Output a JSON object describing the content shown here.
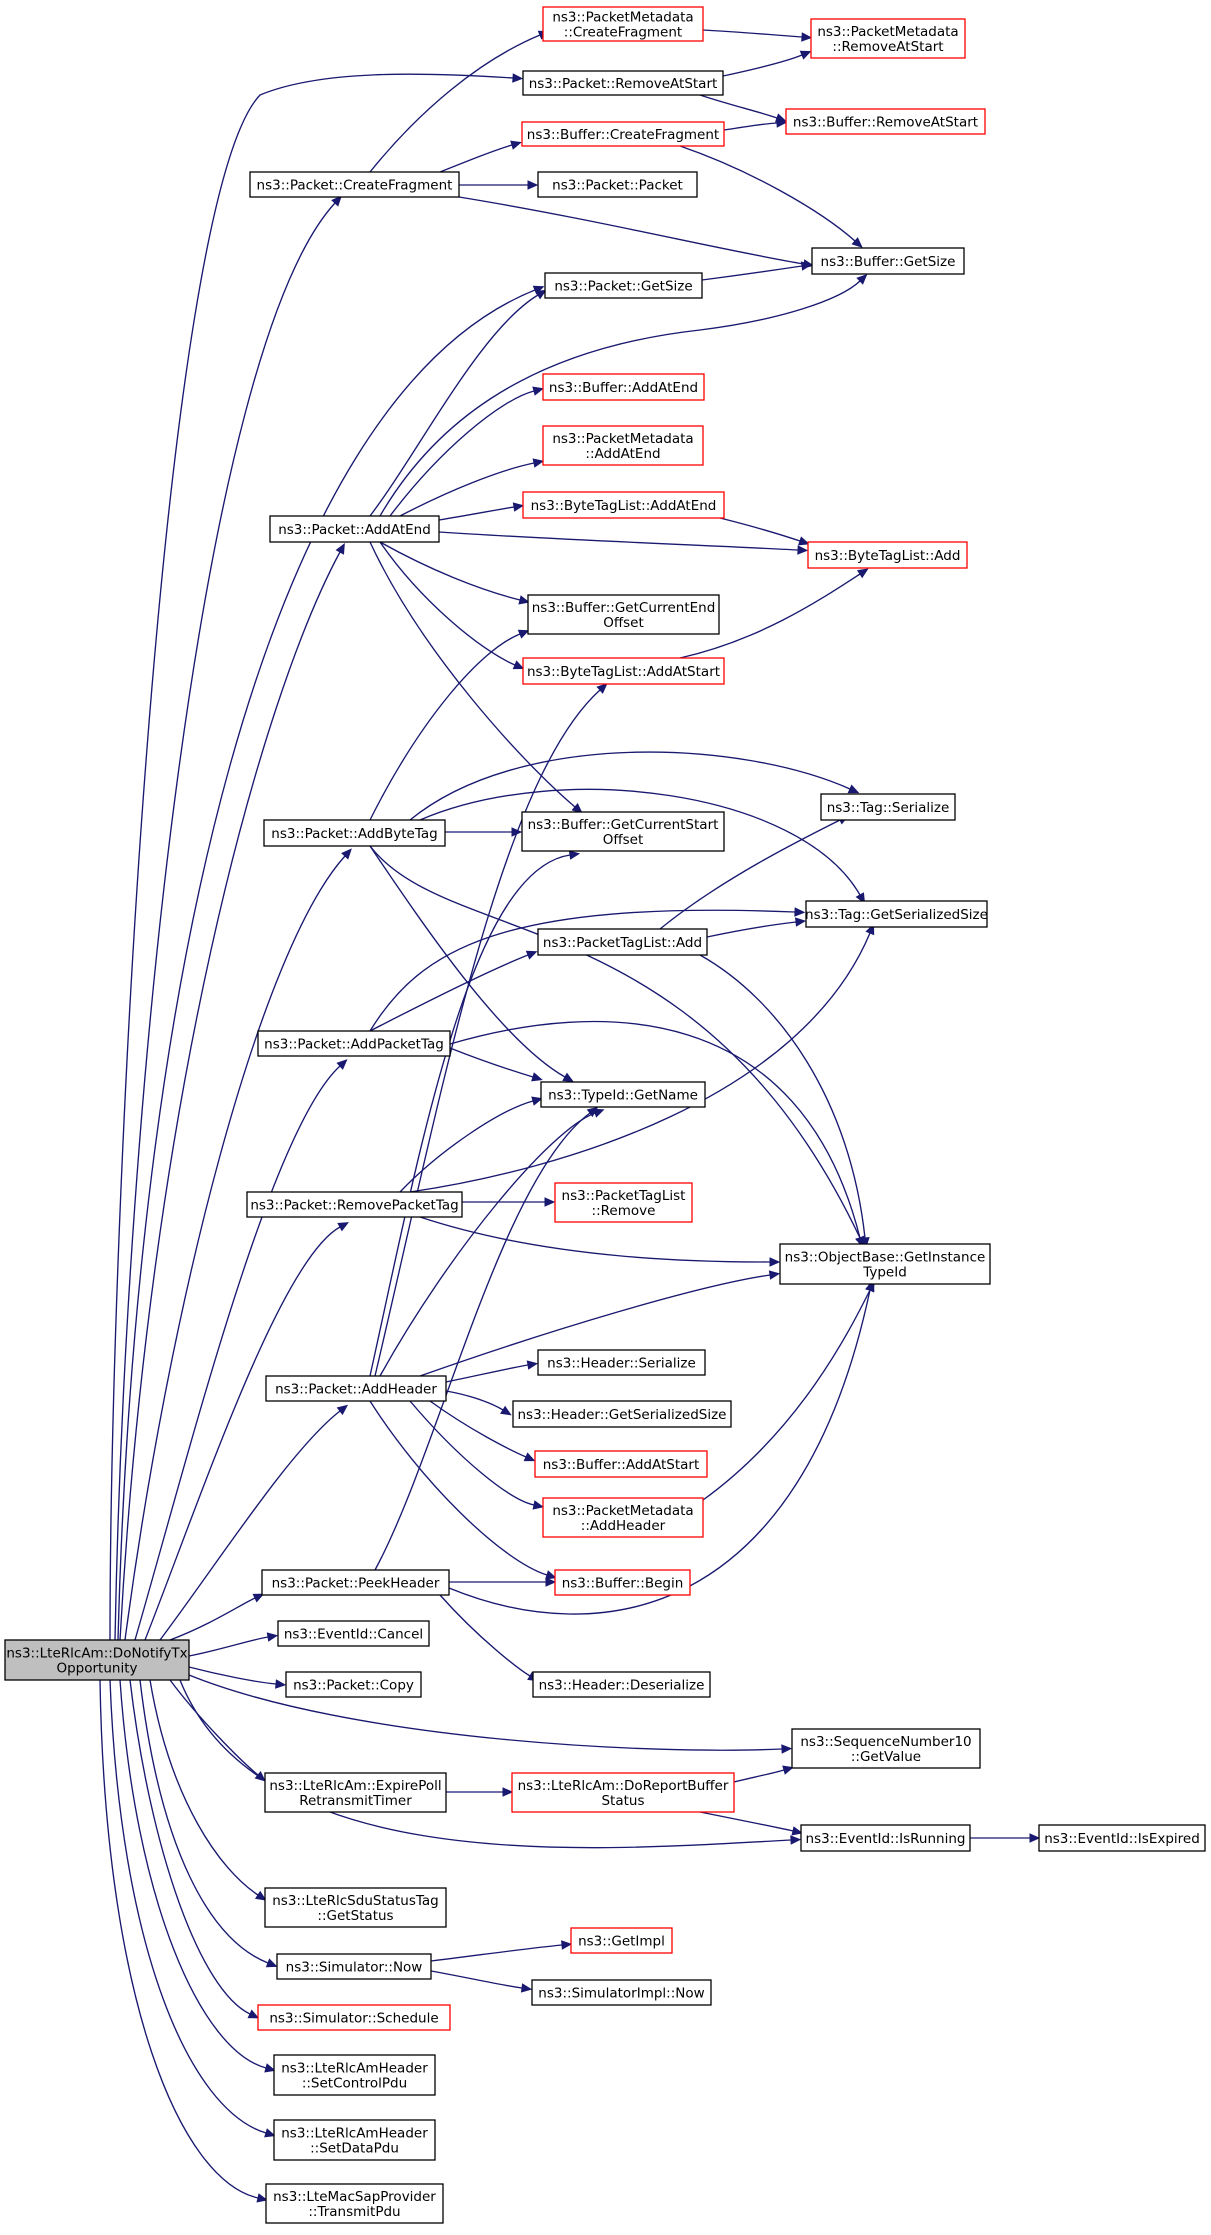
{
  "colors": {
    "edge": "#191970",
    "normal_border": "#000000",
    "truncated_border": "#ff0000",
    "focus_fill": "#bfbfbf",
    "node_fill": "#ffffff"
  },
  "nodes": {
    "root": {
      "lines": [
        "ns3::LteRlcAm::DoNotifyTx",
        "Opportunity"
      ]
    },
    "pm_createfragment": {
      "lines": [
        "ns3::PacketMetadata",
        "::CreateFragment"
      ],
      "truncated": true
    },
    "pm_removeatstart": {
      "lines": [
        "ns3::PacketMetadata",
        "::RemoveAtStart"
      ],
      "truncated": true
    },
    "p_removeatstart": {
      "lines": [
        "ns3::Packet::RemoveAtStart"
      ]
    },
    "b_createfragment": {
      "lines": [
        "ns3::Buffer::CreateFragment"
      ],
      "truncated": true
    },
    "b_removeatstart": {
      "lines": [
        "ns3::Buffer::RemoveAtStart"
      ],
      "truncated": true
    },
    "p_createfragment": {
      "lines": [
        "ns3::Packet::CreateFragment"
      ]
    },
    "p_packet": {
      "lines": [
        "ns3::Packet::Packet"
      ]
    },
    "b_getsize": {
      "lines": [
        "ns3::Buffer::GetSize"
      ]
    },
    "p_getsize": {
      "lines": [
        "ns3::Packet::GetSize"
      ]
    },
    "b_addatend": {
      "lines": [
        "ns3::Buffer::AddAtEnd"
      ],
      "truncated": true
    },
    "pm_addatend": {
      "lines": [
        "ns3::PacketMetadata",
        "::AddAtEnd"
      ],
      "truncated": true
    },
    "btl_addatend": {
      "lines": [
        "ns3::ByteTagList::AddAtEnd"
      ],
      "truncated": true
    },
    "p_addatend": {
      "lines": [
        "ns3::Packet::AddAtEnd"
      ]
    },
    "btl_add": {
      "lines": [
        "ns3::ByteTagList::Add"
      ],
      "truncated": true
    },
    "b_getcurrentendoffset": {
      "lines": [
        "ns3::Buffer::GetCurrentEnd",
        "Offset"
      ]
    },
    "btl_addatstart": {
      "lines": [
        "ns3::ByteTagList::AddAtStart"
      ],
      "truncated": true
    },
    "tag_serialize": {
      "lines": [
        "ns3::Tag::Serialize"
      ]
    },
    "p_addbytetag": {
      "lines": [
        "ns3::Packet::AddByteTag"
      ]
    },
    "b_getcurrentstartoffset": {
      "lines": [
        "ns3::Buffer::GetCurrentStart",
        "Offset"
      ]
    },
    "ptl_add": {
      "lines": [
        "ns3::PacketTagList::Add"
      ]
    },
    "tag_getserializedsize": {
      "lines": [
        "ns3::Tag::GetSerializedSize"
      ]
    },
    "p_addpackettag": {
      "lines": [
        "ns3::Packet::AddPacketTag"
      ]
    },
    "typeid_getname": {
      "lines": [
        "ns3::TypeId::GetName"
      ]
    },
    "p_removepackettag": {
      "lines": [
        "ns3::Packet::RemovePacketTag"
      ]
    },
    "ptl_remove": {
      "lines": [
        "ns3::PacketTagList",
        "::Remove"
      ],
      "truncated": true
    },
    "ob_getinstancetypeid": {
      "lines": [
        "ns3::ObjectBase::GetInstance",
        "TypeId"
      ]
    },
    "h_serialize": {
      "lines": [
        "ns3::Header::Serialize"
      ]
    },
    "p_addheader": {
      "lines": [
        "ns3::Packet::AddHeader"
      ]
    },
    "h_getserializedsize": {
      "lines": [
        "ns3::Header::GetSerializedSize"
      ]
    },
    "b_addatstart": {
      "lines": [
        "ns3::Buffer::AddAtStart"
      ],
      "truncated": true
    },
    "pm_addheader": {
      "lines": [
        "ns3::PacketMetadata",
        "::AddHeader"
      ],
      "truncated": true
    },
    "p_peekheader": {
      "lines": [
        "ns3::Packet::PeekHeader"
      ]
    },
    "b_begin": {
      "lines": [
        "ns3::Buffer::Begin"
      ],
      "truncated": true
    },
    "eid_cancel": {
      "lines": [
        "ns3::EventId::Cancel"
      ]
    },
    "h_deserialize": {
      "lines": [
        "ns3::Header::Deserialize"
      ]
    },
    "p_copy": {
      "lines": [
        "ns3::Packet::Copy"
      ]
    },
    "sn10_getvalue": {
      "lines": [
        "ns3::SequenceNumber10",
        "::GetValue"
      ]
    },
    "rlc_expirepoll": {
      "lines": [
        "ns3::LteRlcAm::ExpirePoll",
        "RetransmitTimer"
      ]
    },
    "rlc_doreportbuffer": {
      "lines": [
        "ns3::LteRlcAm::DoReportBuffer",
        "Status"
      ],
      "truncated": true
    },
    "eid_isrunning": {
      "lines": [
        "ns3::EventId::IsRunning"
      ]
    },
    "eid_isexpired": {
      "lines": [
        "ns3::EventId::IsExpired"
      ]
    },
    "sdutag_getstatus": {
      "lines": [
        "ns3::LteRlcSduStatusTag",
        "::GetStatus"
      ]
    },
    "getimpl": {
      "lines": [
        "ns3::GetImpl"
      ],
      "truncated": true
    },
    "sim_now": {
      "lines": [
        "ns3::Simulator::Now"
      ]
    },
    "simimpl_now": {
      "lines": [
        "ns3::SimulatorImpl::Now"
      ]
    },
    "sim_schedule": {
      "lines": [
        "ns3::Simulator::Schedule"
      ],
      "truncated": true
    },
    "amh_setcontrolpdu": {
      "lines": [
        "ns3::LteRlcAmHeader",
        "::SetControlPdu"
      ]
    },
    "amh_setdatapdu": {
      "lines": [
        "ns3::LteRlcAmHeader",
        "::SetDataPdu"
      ]
    },
    "macsap_transmitpdu": {
      "lines": [
        "ns3::LteMacSapProvider",
        "::TransmitPdu"
      ]
    }
  }
}
